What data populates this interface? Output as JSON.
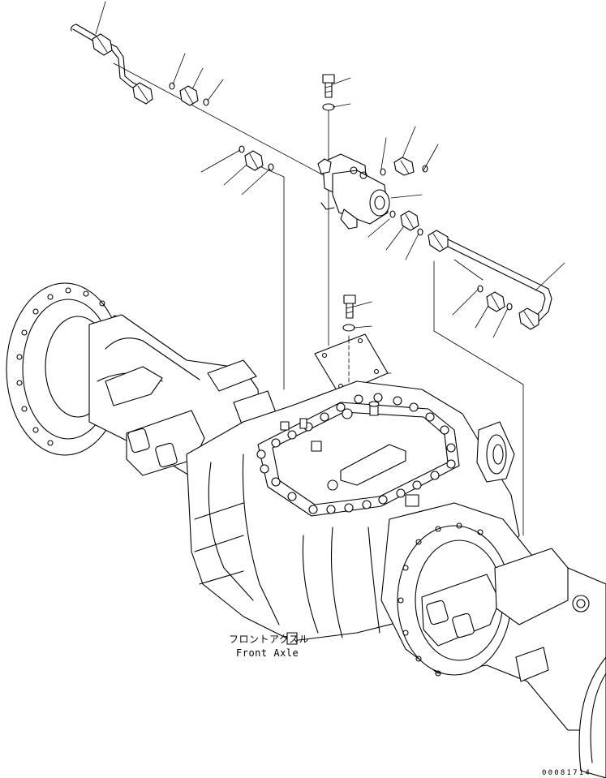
{
  "labels": {
    "part_jp": "フロントアクスル",
    "part_en": "Front Axle",
    "figure_code": "00081714"
  }
}
